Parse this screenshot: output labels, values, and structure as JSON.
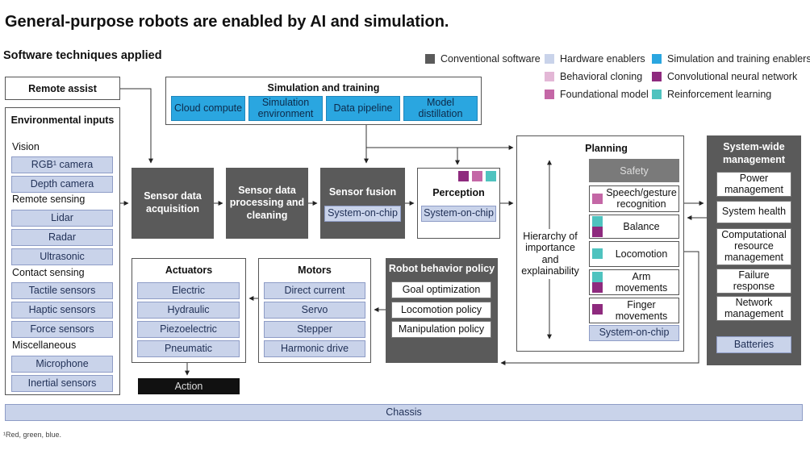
{
  "title": "General-purpose robots are enabled by AI and simulation.",
  "subtitle": "Software techniques applied",
  "legend": [
    {
      "label": "Conventional software",
      "color": "#5a5a5a"
    },
    {
      "label": "Hardware enablers",
      "color": "#c9d3ea"
    },
    {
      "label": "Simulation and training enablers",
      "color": "#2aa6e0"
    },
    {
      "label": "Behavioral cloning",
      "color": "#e3b7d6"
    },
    {
      "label": "Convolutional neural network",
      "color": "#8e2a7e"
    },
    {
      "label": "Foundational model",
      "color": "#c467a6"
    },
    {
      "label": "Reinforcement learning",
      "color": "#4fc3bf"
    }
  ],
  "remote_assist": "Remote assist",
  "simulation": {
    "title": "Simulation and training",
    "items": [
      "Cloud compute",
      "Simulation environment",
      "Data pipeline",
      "Model distillation"
    ]
  },
  "environmental": {
    "title": "Environmental inputs",
    "vision_label": "Vision",
    "vision": [
      "RGB¹ camera",
      "Depth camera"
    ],
    "remote_label": "Remote sensing",
    "remote": [
      "Lidar",
      "Radar",
      "Ultrasonic"
    ],
    "contact_label": "Contact sensing",
    "contact": [
      "Tactile sensors",
      "Haptic sensors",
      "Force sensors"
    ],
    "misc_label": "Miscellaneous",
    "misc": [
      "Microphone",
      "Inertial sensors"
    ]
  },
  "pipeline": {
    "acquisition": "Sensor data acquisition",
    "processing": "Sensor data processing and cleaning",
    "fusion": "Sensor fusion",
    "fusion_chip": "System-on-chip",
    "perception": "Perception",
    "perception_chip": "System-on-chip"
  },
  "planning": {
    "title": "Planning",
    "hierarchy": "Hierarchy of importance and explainability",
    "safety": "Safety",
    "items": [
      "Speech/gesture recognition",
      "Balance",
      "Locomotion",
      "Arm movements",
      "Finger movements"
    ],
    "chip": "System-on-chip"
  },
  "system_wide": {
    "title": "System-wide management",
    "items": [
      "Power management",
      "System health",
      "Computational resource management",
      "Failure response",
      "Network management"
    ],
    "batteries": "Batteries"
  },
  "behavior": {
    "title": "Robot behavior policy",
    "items": [
      "Goal optimization",
      "Locomotion policy",
      "Manipulation policy"
    ]
  },
  "motors": {
    "title": "Motors",
    "items": [
      "Direct current",
      "Servo",
      "Stepper",
      "Harmonic drive"
    ]
  },
  "actuators": {
    "title": "Actuators",
    "items": [
      "Electric",
      "Hydraulic",
      "Piezoelectric",
      "Pneumatic"
    ]
  },
  "action": "Action",
  "chassis": "Chassis",
  "footnote": "¹Red, green, blue."
}
